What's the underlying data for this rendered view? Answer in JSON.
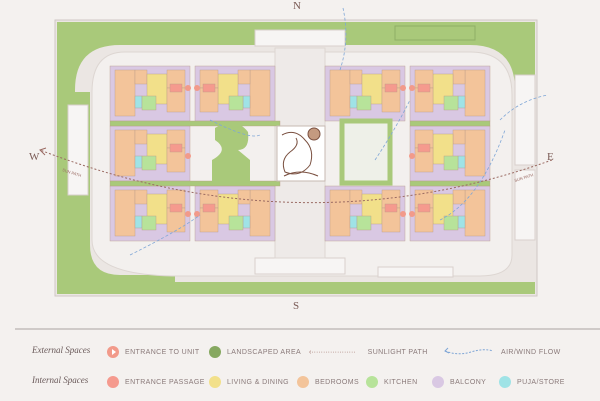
{
  "compass": {
    "north": "N",
    "south": "S",
    "west": "W",
    "east": "E"
  },
  "plan_labels": {
    "sun_path_west": "SUN PATH",
    "sun_path_east": "SUN PATH"
  },
  "colors": {
    "entrance_to_unit": "#f29a8a",
    "landscaped": "#a9c97a",
    "entrance_passage": "#f59a8e",
    "living_dining": "#f2e08a",
    "bedrooms": "#f3c49a",
    "kitchen": "#b7e39a",
    "balcony": "#d9c8e3",
    "puja_store": "#9fe3e6",
    "sunlight_path": "#9a6a62",
    "wind_flow": "#7fa6d6"
  },
  "legend": {
    "external_title": "External Spaces",
    "internal_title": "Internal Spaces",
    "external": [
      {
        "label": "ENTRANCE TO UNIT",
        "icon": "entrance-arrow-icon"
      },
      {
        "label": "LANDSCAPED AREA",
        "icon": "landscape-swatch-icon"
      },
      {
        "label": "SUNLIGHT PATH",
        "icon": "dotted-arrow-icon"
      },
      {
        "label": "AIR/WIND  FLOW",
        "icon": "wavy-arrow-icon"
      }
    ],
    "internal": [
      {
        "label": "ENTRANCE PASSAGE"
      },
      {
        "label": "LIVING & DINING"
      },
      {
        "label": "BEDROOMS"
      },
      {
        "label": "KITCHEN"
      },
      {
        "label": "BALCONY"
      },
      {
        "label": "PUJA/STORE"
      }
    ]
  }
}
